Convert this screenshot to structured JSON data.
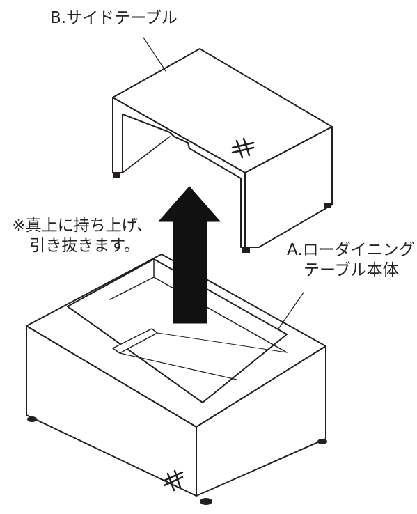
{
  "labels": {
    "side_table": "B.サイドテーブル",
    "note_line1": "※真上に持ち上げ、",
    "note_line2": "引き抜きます。",
    "main_line1": "A.ローダイニング",
    "main_line2": "テーブル本体"
  },
  "colors": {
    "line": "#231f20",
    "arrow": "#111111",
    "face": "#ffffff"
  }
}
